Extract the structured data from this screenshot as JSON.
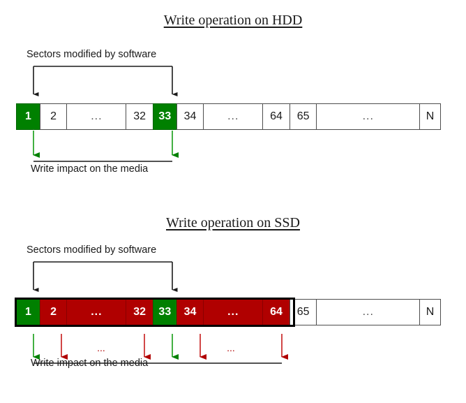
{
  "diagram": {
    "colors": {
      "green": "#008000",
      "red": "#b00000",
      "border": "#4d4d4d",
      "frame": "#000000",
      "text": "#1a1a1a"
    },
    "panels": [
      {
        "id": "hdd",
        "title": "Write operation on HDD",
        "top_caption": "Sectors modified by software",
        "bottom_caption": "Write impact on the media",
        "sectors": [
          {
            "label": "1",
            "state": "modified"
          },
          {
            "label": "2",
            "state": "untouched"
          },
          {
            "label": "...",
            "state": "untouched"
          },
          {
            "label": "32",
            "state": "untouched"
          },
          {
            "label": "33",
            "state": "modified"
          },
          {
            "label": "34",
            "state": "untouched"
          },
          {
            "label": "...",
            "state": "untouched"
          },
          {
            "label": "64",
            "state": "untouched"
          },
          {
            "label": "65",
            "state": "untouched"
          },
          {
            "label": "...",
            "state": "untouched"
          },
          {
            "label": "N",
            "state": "untouched"
          }
        ],
        "impact_arrows": [
          {
            "sector": "1",
            "color": "green"
          },
          {
            "sector": "33",
            "color": "green"
          }
        ]
      },
      {
        "id": "ssd",
        "title": "Write operation on SSD",
        "top_caption": "Sectors modified by software",
        "bottom_caption": "Write impact on the media",
        "sectors": [
          {
            "label": "1",
            "state": "modified"
          },
          {
            "label": "2",
            "state": "rewritten"
          },
          {
            "label": "...",
            "state": "rewritten"
          },
          {
            "label": "32",
            "state": "rewritten"
          },
          {
            "label": "33",
            "state": "modified"
          },
          {
            "label": "34",
            "state": "rewritten"
          },
          {
            "label": "...",
            "state": "rewritten"
          },
          {
            "label": "64",
            "state": "rewritten"
          },
          {
            "label": "65",
            "state": "untouched"
          },
          {
            "label": "...",
            "state": "untouched"
          },
          {
            "label": "N",
            "state": "untouched"
          }
        ],
        "impact_arrows": [
          {
            "sector": "1",
            "color": "green"
          },
          {
            "sector": "2",
            "color": "red"
          },
          {
            "sector": "...",
            "color": "red"
          },
          {
            "sector": "32",
            "color": "red"
          },
          {
            "sector": "33",
            "color": "green"
          },
          {
            "sector": "34",
            "color": "red"
          },
          {
            "sector": "...",
            "color": "red"
          },
          {
            "sector": "64",
            "color": "red"
          }
        ],
        "ellipsis_markers": [
          "...",
          "..."
        ]
      }
    ]
  }
}
